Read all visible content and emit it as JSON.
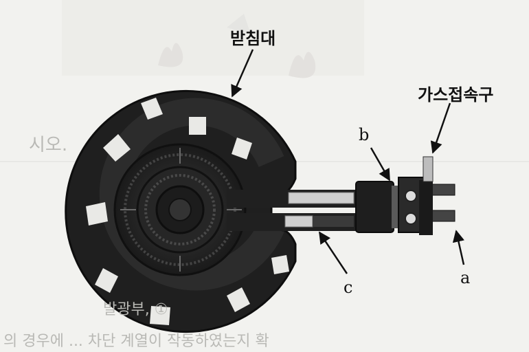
{
  "labels": {
    "stand": "받침대",
    "gas_connector": "가스접속구",
    "a": "a",
    "b": "b",
    "c": "c"
  },
  "background_text": {
    "left_fragment": "시오.",
    "lower_fragment": "발광부, ①",
    "bottom_line": "의 경우에 ... 차단 계열이 작동하였는지 확"
  }
}
